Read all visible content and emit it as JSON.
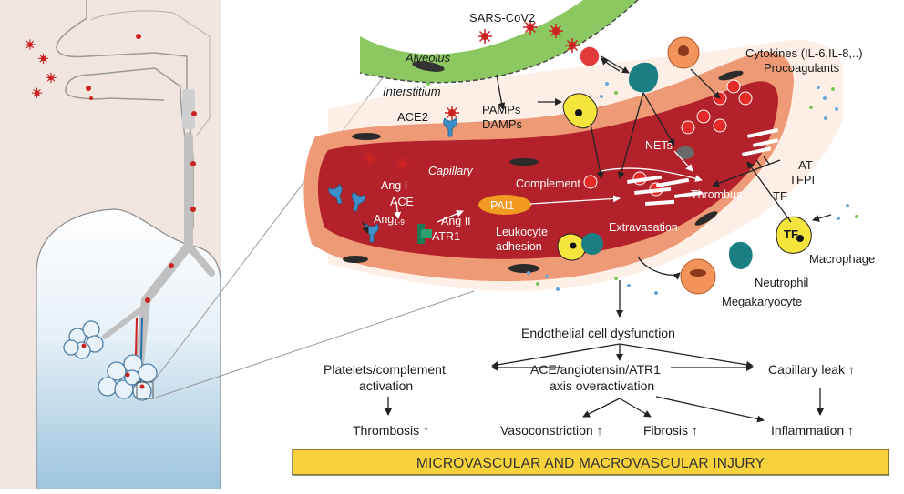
{
  "labels": {
    "sars": "SARS-CoV2",
    "alveolus": "Alveolus",
    "interstitium": "Interstitium",
    "ace2": "ACE2",
    "pamps": "PAMPs",
    "damps": "DAMPs",
    "cytokines": "Cytokines (IL-6,IL-8,..)",
    "procoagulants": "Procoagulants",
    "nets": "NETs",
    "capillary": "Capillary",
    "complement": "Complement",
    "thrombus": "Thrombus",
    "at": "AT",
    "tfpi": "TFPI",
    "tf": "TF",
    "tf_cell": "TF",
    "ang1": "Ang I",
    "ace": "ACE",
    "ang19": "Ang",
    "ang19_sub": "1-9",
    "ang2": "Ang II",
    "atr1": "ATR1",
    "pai1": "PAI1",
    "leukocyte": "Leukocyte",
    "adhesion": "adhesion",
    "extravasation": "Extravasation",
    "macrophage": "Macrophage",
    "neutrophil": "Neutrophil",
    "megakaryocyte": "Megakaryocyte"
  },
  "flowchart": {
    "root": "Endothelial cell dysfunction",
    "platelets1": "Platelets/complement",
    "platelets2": "activation",
    "ace_axis1": "ACE/angiotensin/ATR1",
    "ace_axis2": "axis overactivation",
    "leak": "Capillary leak ↑",
    "thrombosis": "Thrombosis ↑",
    "vasoconstriction": "Vasoconstriction ↑",
    "fibrosis": "Fibrosis ↑",
    "inflammation": "Inflammation ↑"
  },
  "banner": "MICROVASCULAR AND MACROVASCULAR INJURY",
  "colors": {
    "vessel_dark": "#b3222a",
    "vessel_wall": "#ef9a76",
    "interstitium": "#fde5d6",
    "alveolus": "#8cc861",
    "banner": "#f7d23a",
    "virus": "#cc2222",
    "lung_blue": "#9cc4de"
  }
}
